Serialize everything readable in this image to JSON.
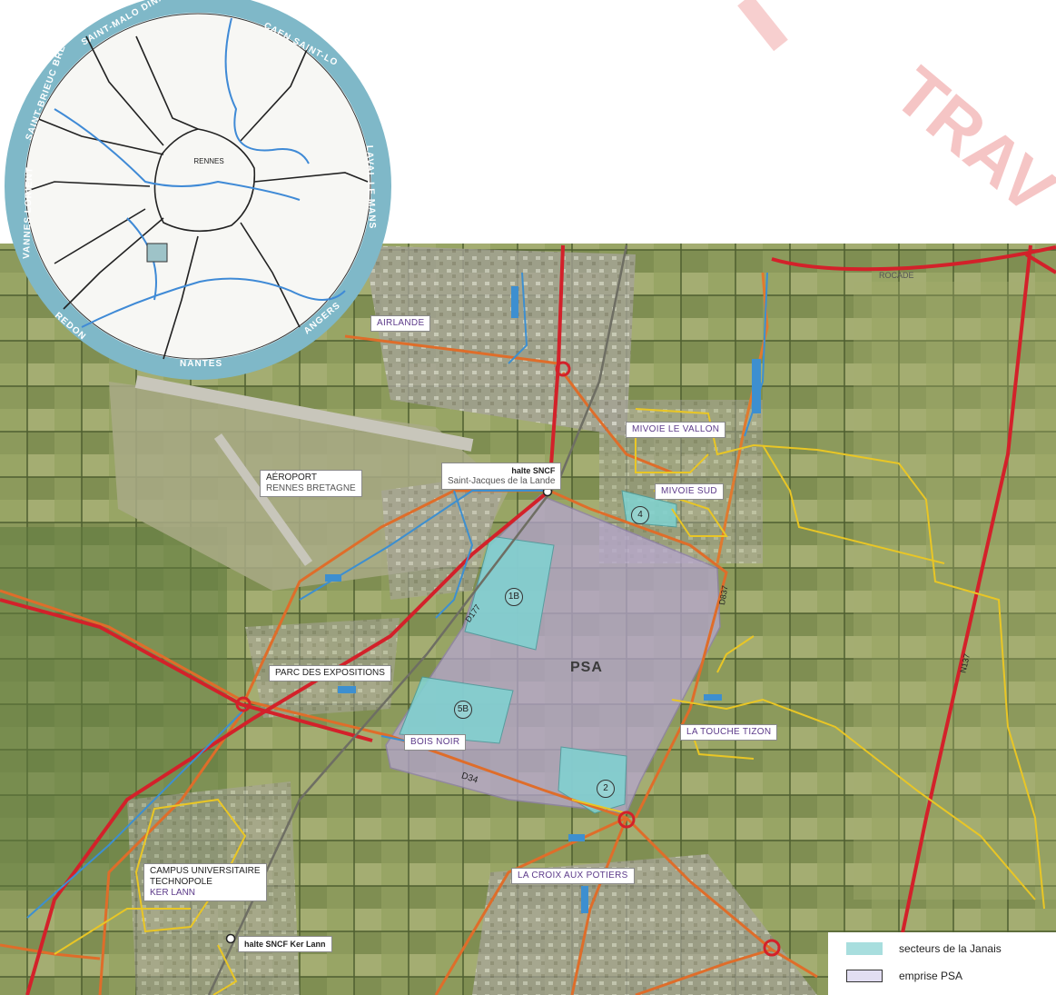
{
  "watermark": "TRAV",
  "inset": {
    "city": "RENNES",
    "ring_labels": [
      "SAINT-MALO DINARD",
      "CAEN SAINT-LO",
      "LAVAL LE MANS",
      "ANGERS",
      "NANTES",
      "REDON",
      "VANNES LORIENT",
      "SAINT-BRIEUC BREST"
    ]
  },
  "labels": {
    "airlande": "AIRLANDE",
    "mivoie_vallon": "MIVOIE LE VALLON",
    "mivoie_sud": "MIVOIE SUD",
    "aeroport_line1": "AÉROPORT",
    "aeroport_line2": "RENNES BRETAGNE",
    "halte_sncf": "halte SNCF",
    "halte_sncf_place": "Saint-Jacques de la Lande",
    "parc": "PARC DES EXPOSITIONS",
    "bois_noir": "BOIS NOIR",
    "touche_tizon": "LA TOUCHE TIZON",
    "croix_potiers": "LA CROIX AUX POTIERS",
    "campus_line1": "CAMPUS UNIVERSITAIRE",
    "campus_line2": "TECHNOPOLE",
    "campus_line3": "KER LANN",
    "halte_ker_lann": "halte SNCF Ker Lann",
    "psa": "PSA"
  },
  "sectors": [
    "1B",
    "5B",
    "2",
    "4"
  ],
  "roads": [
    "D177",
    "D34",
    "N137",
    "D837",
    "ROCADE"
  ],
  "legend": [
    {
      "label": "secteurs de la Janais",
      "color": "#a8dede"
    },
    {
      "label": "emprise PSA",
      "color": "#e2def2"
    }
  ],
  "colors": {
    "sector_fill": "#7fd3d2",
    "psa_fill": "#b6a6cf",
    "highway": "#d3212a",
    "main_road": "#df6d2a",
    "local_road": "#e9c625",
    "cycle_route": "#3d8fd0"
  }
}
